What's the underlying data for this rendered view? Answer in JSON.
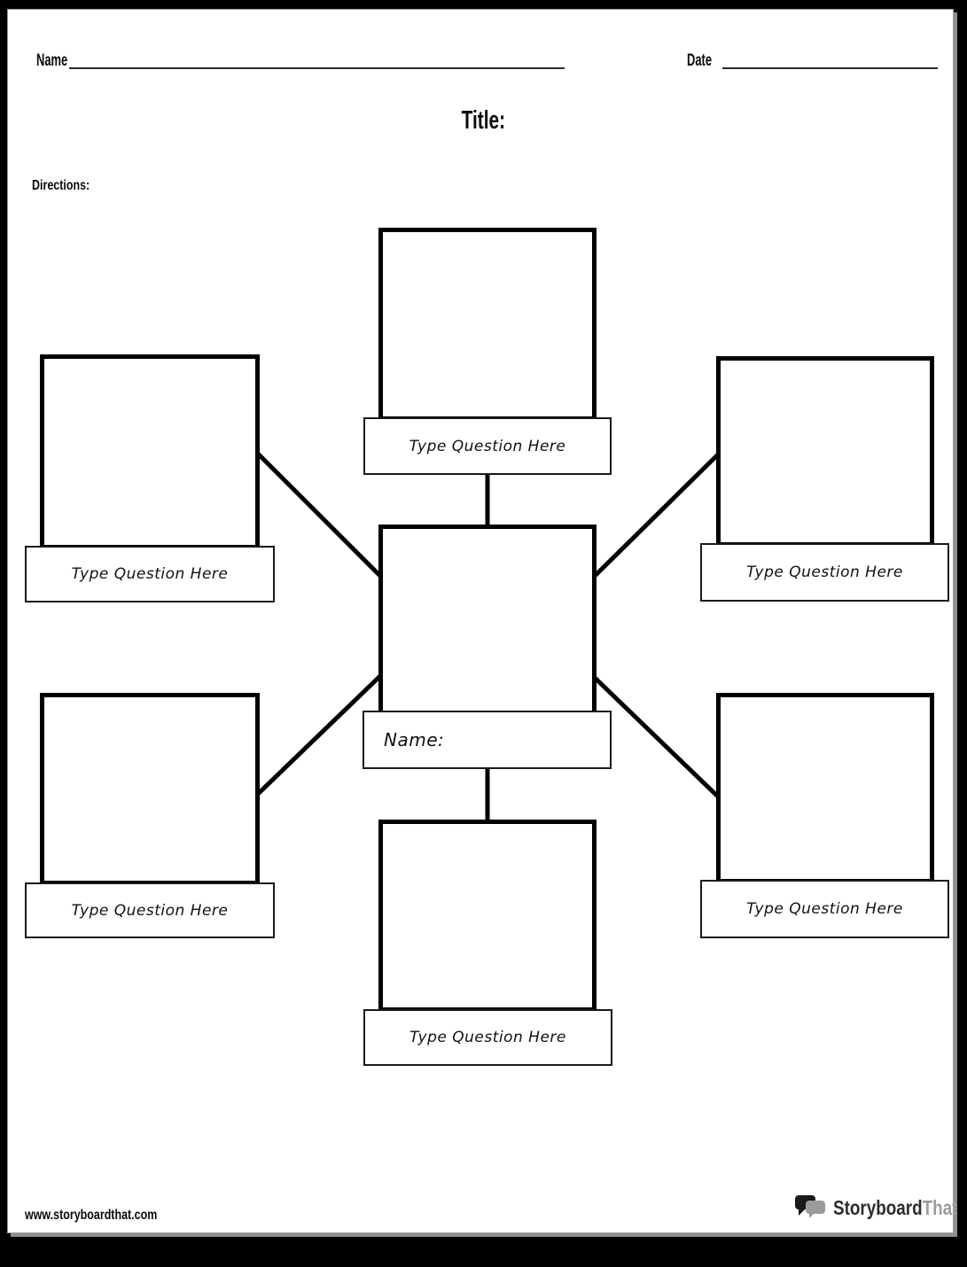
{
  "header": {
    "name_label": "Name",
    "date_label": "Date",
    "title_label": "Title:",
    "directions_label": "Directions:"
  },
  "spider_map": {
    "center_label": "Name:",
    "cells": [
      {
        "position": "top",
        "question": "Type Question Here"
      },
      {
        "position": "upper-left",
        "question": "Type Question Here"
      },
      {
        "position": "upper-right",
        "question": "Type Question Here"
      },
      {
        "position": "lower-left",
        "question": "Type Question Here"
      },
      {
        "position": "lower-right",
        "question": "Type Question Here"
      },
      {
        "position": "bottom",
        "question": "Type Question Here"
      }
    ]
  },
  "footer": {
    "website_url": "www.storyboardthat.com",
    "logo_text_primary": "Storyboard",
    "logo_text_secondary": "That"
  },
  "colors": {
    "outer_background": "#000000",
    "page_background": "#ffffff",
    "line_color": "#000000",
    "page_shadow": "#8f8f8f",
    "logo_primary_text": "#2d2d2d",
    "logo_secondary_text": "#9b9b9b",
    "logo_bubble_dark": "#1a1a1a",
    "logo_bubble_gray": "#9b9b9b"
  }
}
